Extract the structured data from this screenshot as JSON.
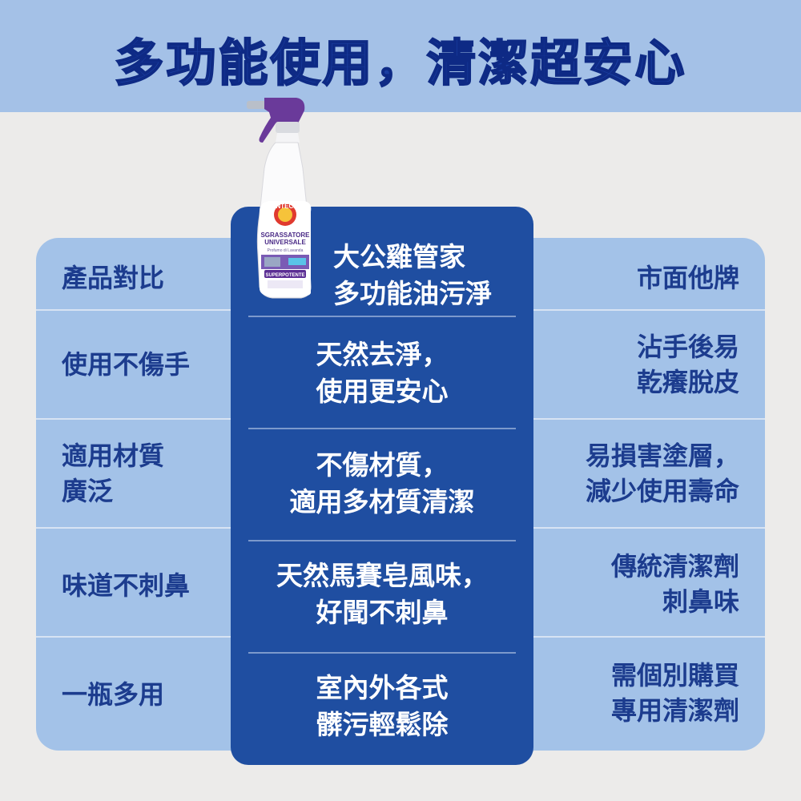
{
  "headline": "多功能使用，清潔超安心",
  "table": {
    "header": {
      "left": "產品對比",
      "center": [
        "大公雞管家",
        "多功能油污淨"
      ],
      "right": "市面他牌"
    },
    "rows": [
      {
        "left": [
          "使用不傷手"
        ],
        "center": [
          "天然去淨，",
          "使用更安心"
        ],
        "right": [
          "沾手後易",
          "乾癢脫皮"
        ]
      },
      {
        "left": [
          "適用材質",
          "廣泛"
        ],
        "center": [
          "不傷材質，",
          "適用多材質清潔"
        ],
        "right": [
          "易損害塗層，",
          "減少使用壽命"
        ]
      },
      {
        "left": [
          "味道不刺鼻"
        ],
        "center": [
          "天然馬賽皂風味，",
          "好聞不刺鼻"
        ],
        "right": [
          "傳統清潔劑",
          "刺鼻味"
        ]
      },
      {
        "left": [
          "一瓶多用"
        ],
        "center": [
          "室內外各式",
          "髒污輕鬆除"
        ],
        "right": [
          "需個別購買",
          "專用清潔劑"
        ]
      }
    ]
  },
  "product": {
    "brand": "CHANTECLAIR",
    "name_line1": "SGRASSATORE",
    "name_line2": "UNIVERSALE",
    "scent": "Profumo di Lavanda",
    "badge": "SUPERPOTENTE"
  },
  "colors": {
    "accent": "#1f4ea1",
    "headline": "#1a3ea1",
    "band": "#a4c1e7",
    "card": "#a3c2e8",
    "text_dark": "#1c3c8e"
  }
}
